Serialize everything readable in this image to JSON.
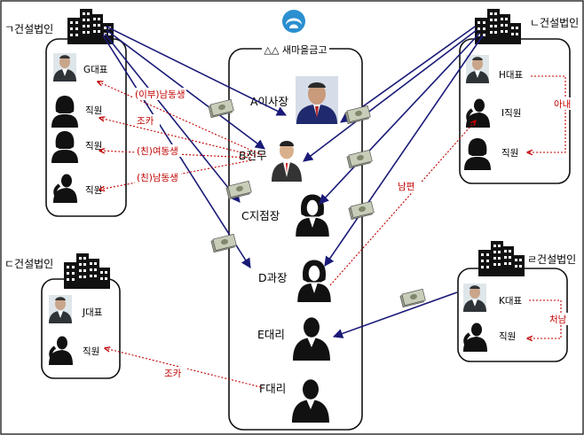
{
  "logo": {
    "name": "MG",
    "icon": "mg-logo-icon",
    "color": "#2b8fd0"
  },
  "center": {
    "title": "△△ 새마을금고",
    "people": [
      {
        "id": "a",
        "label": "A이사장",
        "icon": "executive-photo-icon"
      },
      {
        "id": "b",
        "label": "B전무",
        "icon": "businessman-icon"
      },
      {
        "id": "c",
        "label": "C지점장",
        "icon": "businesswoman-icon"
      },
      {
        "id": "d",
        "label": "D과장",
        "icon": "businesswoman-icon"
      },
      {
        "id": "e",
        "label": "E대리",
        "icon": "man-silhouette-icon"
      },
      {
        "id": "f",
        "label": "F대리",
        "icon": "man-silhouette-icon"
      }
    ]
  },
  "corps": [
    {
      "id": "g",
      "name": "ㄱ건설법인",
      "members": [
        "G대표",
        "직원",
        "직원",
        "직원"
      ]
    },
    {
      "id": "h",
      "name": "ㄴ건설법인",
      "members": [
        "H대표",
        "I직원",
        "직원"
      ]
    },
    {
      "id": "j",
      "name": "ㄷ건설법인",
      "members": [
        "J대표",
        "직원"
      ]
    },
    {
      "id": "k",
      "name": "ㄹ건설법인",
      "members": [
        "K대표",
        "직원"
      ]
    }
  ],
  "relations": {
    "g1": "(이부)남동생",
    "g2": "조카",
    "g3": "(친)여동생",
    "g4": "(친)남동생",
    "wife": "아내",
    "husband": "남편",
    "sisterInLaw": "처남",
    "nephew": "조카"
  },
  "colors": {
    "arrow": "#1a1a78",
    "relation": "#c00000",
    "border": "#111111"
  }
}
